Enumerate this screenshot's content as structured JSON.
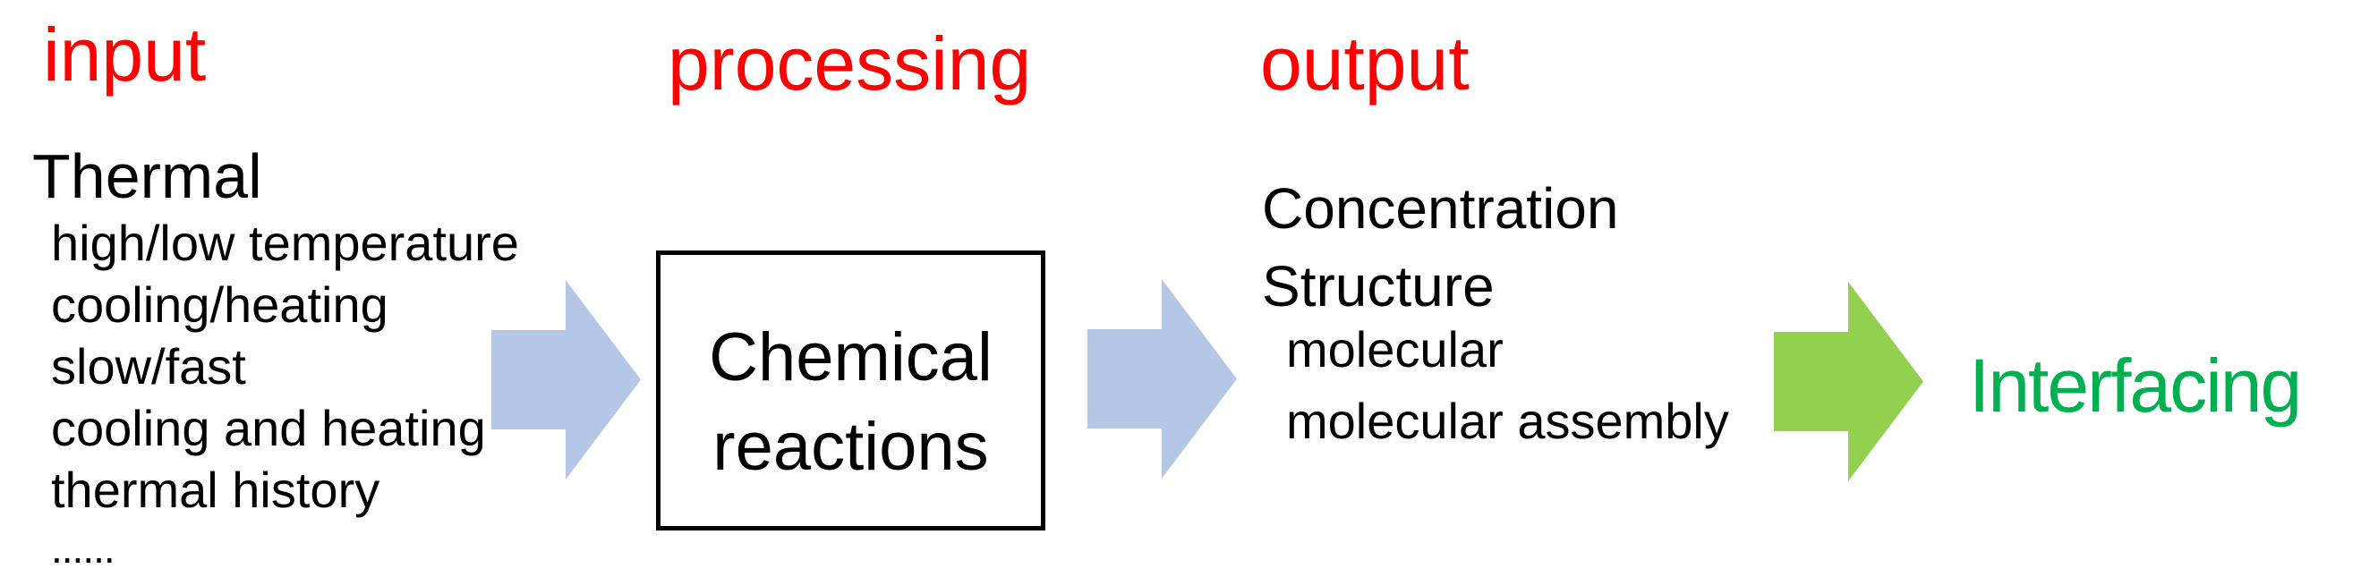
{
  "headers": {
    "input": "input",
    "processing": "processing",
    "output": "output"
  },
  "input_block": {
    "heading": "Thermal",
    "items": [
      "high/low temperature",
      "cooling/heating",
      "slow/fast",
      "cooling and heating",
      "thermal history",
      "......"
    ]
  },
  "processing_box": {
    "line1": "Chemical",
    "line2": "reactions"
  },
  "output_block": {
    "heading1": "Concentration",
    "heading2": "Structure",
    "items": [
      "molecular",
      "molecular assembly"
    ]
  },
  "final": {
    "label": "Interfacing"
  },
  "colors": {
    "header_red": "#ff0000",
    "text_black": "#000000",
    "arrow_blue": "#b4c7e7",
    "arrow_green": "#92d050",
    "interfacing_green": "#00b050",
    "box_border": "#000000"
  }
}
